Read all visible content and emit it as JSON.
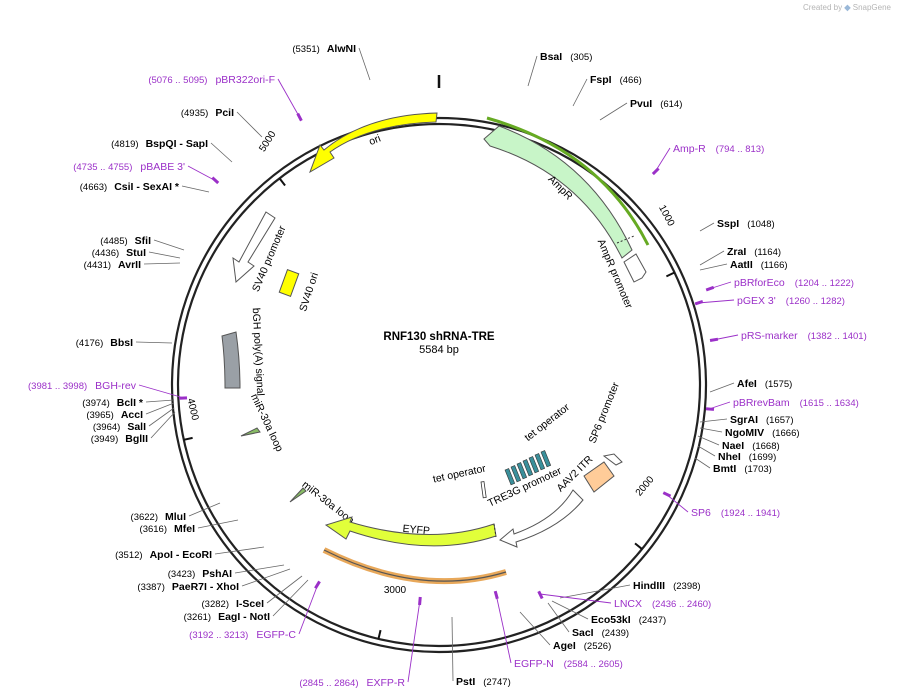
{
  "branding": {
    "prefix": "Created by",
    "logo_text": "SnapGene"
  },
  "plasmid": {
    "name": "RNF130 shRNA-TRE",
    "size": "5584 bp",
    "length": 5584
  },
  "colors": {
    "backbone": "#222222",
    "enzyme_label": "#000000",
    "primer": "#9b30c8",
    "ampR": "#c8f5c8",
    "ori": "#ffff00",
    "eyfp": "#e1ff3a",
    "sv40ori": "#ffff00",
    "bgh": "#9aa0a6",
    "aav2": "#ffcc99",
    "tet_operator": "#3a8f9a",
    "open_feature": "#ffffff"
  },
  "ticks": [
    {
      "bp": 1000,
      "label": "1000"
    },
    {
      "bp": 2000,
      "label": "2000"
    },
    {
      "bp": 3000,
      "label": "3000"
    },
    {
      "bp": 4000,
      "label": "4000"
    },
    {
      "bp": 5000,
      "label": "5000"
    }
  ],
  "enzymes": [
    {
      "id": "bsai",
      "name": "BsaI",
      "pos": "(305)",
      "bp": 305
    },
    {
      "id": "fspi",
      "name": "FspI",
      "pos": "(466)",
      "bp": 466
    },
    {
      "id": "pvui",
      "name": "PvuI",
      "pos": "(614)",
      "bp": 614
    },
    {
      "id": "sspi",
      "name": "SspI",
      "pos": "(1048)",
      "bp": 1048
    },
    {
      "id": "zrai",
      "name": "ZraI",
      "pos": "(1164)",
      "bp": 1164
    },
    {
      "id": "aatii",
      "name": "AatII",
      "pos": "(1166)",
      "bp": 1166
    },
    {
      "id": "afei",
      "name": "AfeI",
      "pos": "(1575)",
      "bp": 1575
    },
    {
      "id": "sgrai",
      "name": "SgrAI",
      "pos": "(1657)",
      "bp": 1657
    },
    {
      "id": "ngomiv",
      "name": "NgoMIV",
      "pos": "(1666)",
      "bp": 1666
    },
    {
      "id": "naei",
      "name": "NaeI",
      "pos": "(1668)",
      "bp": 1668
    },
    {
      "id": "nhei",
      "name": "NheI",
      "pos": "(1699)",
      "bp": 1699
    },
    {
      "id": "bmti",
      "name": "BmtI",
      "pos": "(1703)",
      "bp": 1703
    },
    {
      "id": "hindiii",
      "name": "HindIII",
      "pos": "(2398)",
      "bp": 2398
    },
    {
      "id": "eco53ki",
      "name": "Eco53kI",
      "pos": "(2437)",
      "bp": 2437
    },
    {
      "id": "saci",
      "name": "SacI",
      "pos": "(2439)",
      "bp": 2439
    },
    {
      "id": "agei",
      "name": "AgeI",
      "pos": "(2526)",
      "bp": 2526
    },
    {
      "id": "psti",
      "name": "PstI",
      "pos": "(2747)",
      "bp": 2747
    },
    {
      "id": "eagi",
      "name": "EagI - NotI",
      "pos": "(3261)",
      "bp": 3261
    },
    {
      "id": "i-scei",
      "name": "I-SceI",
      "pos": "(3282)",
      "bp": 3282
    },
    {
      "id": "paer7i",
      "name": "PaeR7I - XhoI",
      "pos": "(3387)",
      "bp": 3387
    },
    {
      "id": "pshai",
      "name": "PshAI",
      "pos": "(3423)",
      "bp": 3423
    },
    {
      "id": "apoi",
      "name": "ApoI - EcoRI",
      "pos": "(3512)",
      "bp": 3512
    },
    {
      "id": "mfei",
      "name": "MfeI",
      "pos": "(3616)",
      "bp": 3616
    },
    {
      "id": "mlui",
      "name": "MluI",
      "pos": "(3622)",
      "bp": 3622
    },
    {
      "id": "bglii",
      "name": "BglII",
      "pos": "(3949)",
      "bp": 3949
    },
    {
      "id": "sali",
      "name": "SalI",
      "pos": "(3964)",
      "bp": 3964
    },
    {
      "id": "acci",
      "name": "AccI",
      "pos": "(3965)",
      "bp": 3965
    },
    {
      "id": "bcli",
      "name": "BclI *",
      "pos": "(3974)",
      "bp": 3974
    },
    {
      "id": "bbsi",
      "name": "BbsI",
      "pos": "(4176)",
      "bp": 4176
    },
    {
      "id": "avrii",
      "name": "AvrII",
      "pos": "(4431)",
      "bp": 4431
    },
    {
      "id": "stui",
      "name": "StuI",
      "pos": "(4436)",
      "bp": 4436
    },
    {
      "id": "sfii",
      "name": "SfiI",
      "pos": "(4485)",
      "bp": 4485
    },
    {
      "id": "csii",
      "name": "CsiI - SexAI *",
      "pos": "(4663)",
      "bp": 4663
    },
    {
      "id": "bspqi",
      "name": "BspQI - SapI",
      "pos": "(4819)",
      "bp": 4819
    },
    {
      "id": "pcii",
      "name": "PciI",
      "pos": "(4935)",
      "bp": 4935
    },
    {
      "id": "alwni",
      "name": "AlwNI",
      "pos": "(5351)",
      "bp": 5351
    }
  ],
  "primers": [
    {
      "id": "amp-r",
      "name": "Amp-R",
      "range": "(794 .. 813)",
      "start": 794,
      "end": 813
    },
    {
      "id": "pbrforeco",
      "name": "pBRforEco",
      "range": "(1204 .. 1222)",
      "start": 1204,
      "end": 1222
    },
    {
      "id": "pgex3",
      "name": "pGEX 3'",
      "range": "(1260 .. 1282)",
      "start": 1260,
      "end": 1282
    },
    {
      "id": "prs-marker",
      "name": "pRS-marker",
      "range": "(1382 .. 1401)",
      "start": 1382,
      "end": 1401
    },
    {
      "id": "pbrrevbam",
      "name": "pBRrevBam",
      "range": "(1615 .. 1634)",
      "start": 1615,
      "end": 1634
    },
    {
      "id": "sp6",
      "name": "SP6",
      "range": "(1924 .. 1941)",
      "start": 1924,
      "end": 1941
    },
    {
      "id": "lncx",
      "name": "LNCX",
      "range": "(2436 .. 2460)",
      "start": 2436,
      "end": 2460
    },
    {
      "id": "egfp-n",
      "name": "EGFP-N",
      "range": "(2584 .. 2605)",
      "start": 2584,
      "end": 2605
    },
    {
      "id": "exfp-r",
      "name": "EXFP-R",
      "range": "(2845 .. 2864)",
      "start": 2845,
      "end": 2864
    },
    {
      "id": "egfp-c",
      "name": "EGFP-C",
      "range": "(3192 .. 3213)",
      "start": 3192,
      "end": 3213
    },
    {
      "id": "bgh-rev",
      "name": "BGH-rev",
      "range": "(3981 .. 3998)",
      "start": 3981,
      "end": 3998
    },
    {
      "id": "pbabe3",
      "name": "pBABE 3'",
      "range": "(4735 .. 4755)",
      "start": 4735,
      "end": 4755
    },
    {
      "id": "pbr322ori-f",
      "name": "pBR322ori-F",
      "range": "(5076 .. 5095)",
      "start": 5076,
      "end": 5095
    }
  ],
  "features": [
    {
      "id": "ampr",
      "name": "AmpR"
    },
    {
      "id": "ampr-promoter",
      "name": "AmpR promoter"
    },
    {
      "id": "ori",
      "name": "ori"
    },
    {
      "id": "sv40-promoter",
      "name": "SV40 promoter"
    },
    {
      "id": "sv40-ori",
      "name": "SV40 ori"
    },
    {
      "id": "bgh-polya",
      "name": "bGH poly(A) signal"
    },
    {
      "id": "mir30a-loop-1",
      "name": "miR-30a loop"
    },
    {
      "id": "mir30a-loop-2",
      "name": "miR-30a loop"
    },
    {
      "id": "eyfp",
      "name": "EYFP"
    },
    {
      "id": "tre3g-promoter",
      "name": "TRE3G promoter"
    },
    {
      "id": "tet-operator-1",
      "name": "tet operator"
    },
    {
      "id": "tet-operator-2",
      "name": "tet operator"
    },
    {
      "id": "aav2-itr",
      "name": "AAV2 ITR"
    },
    {
      "id": "sp6-promoter",
      "name": "SP6 promoter"
    }
  ]
}
